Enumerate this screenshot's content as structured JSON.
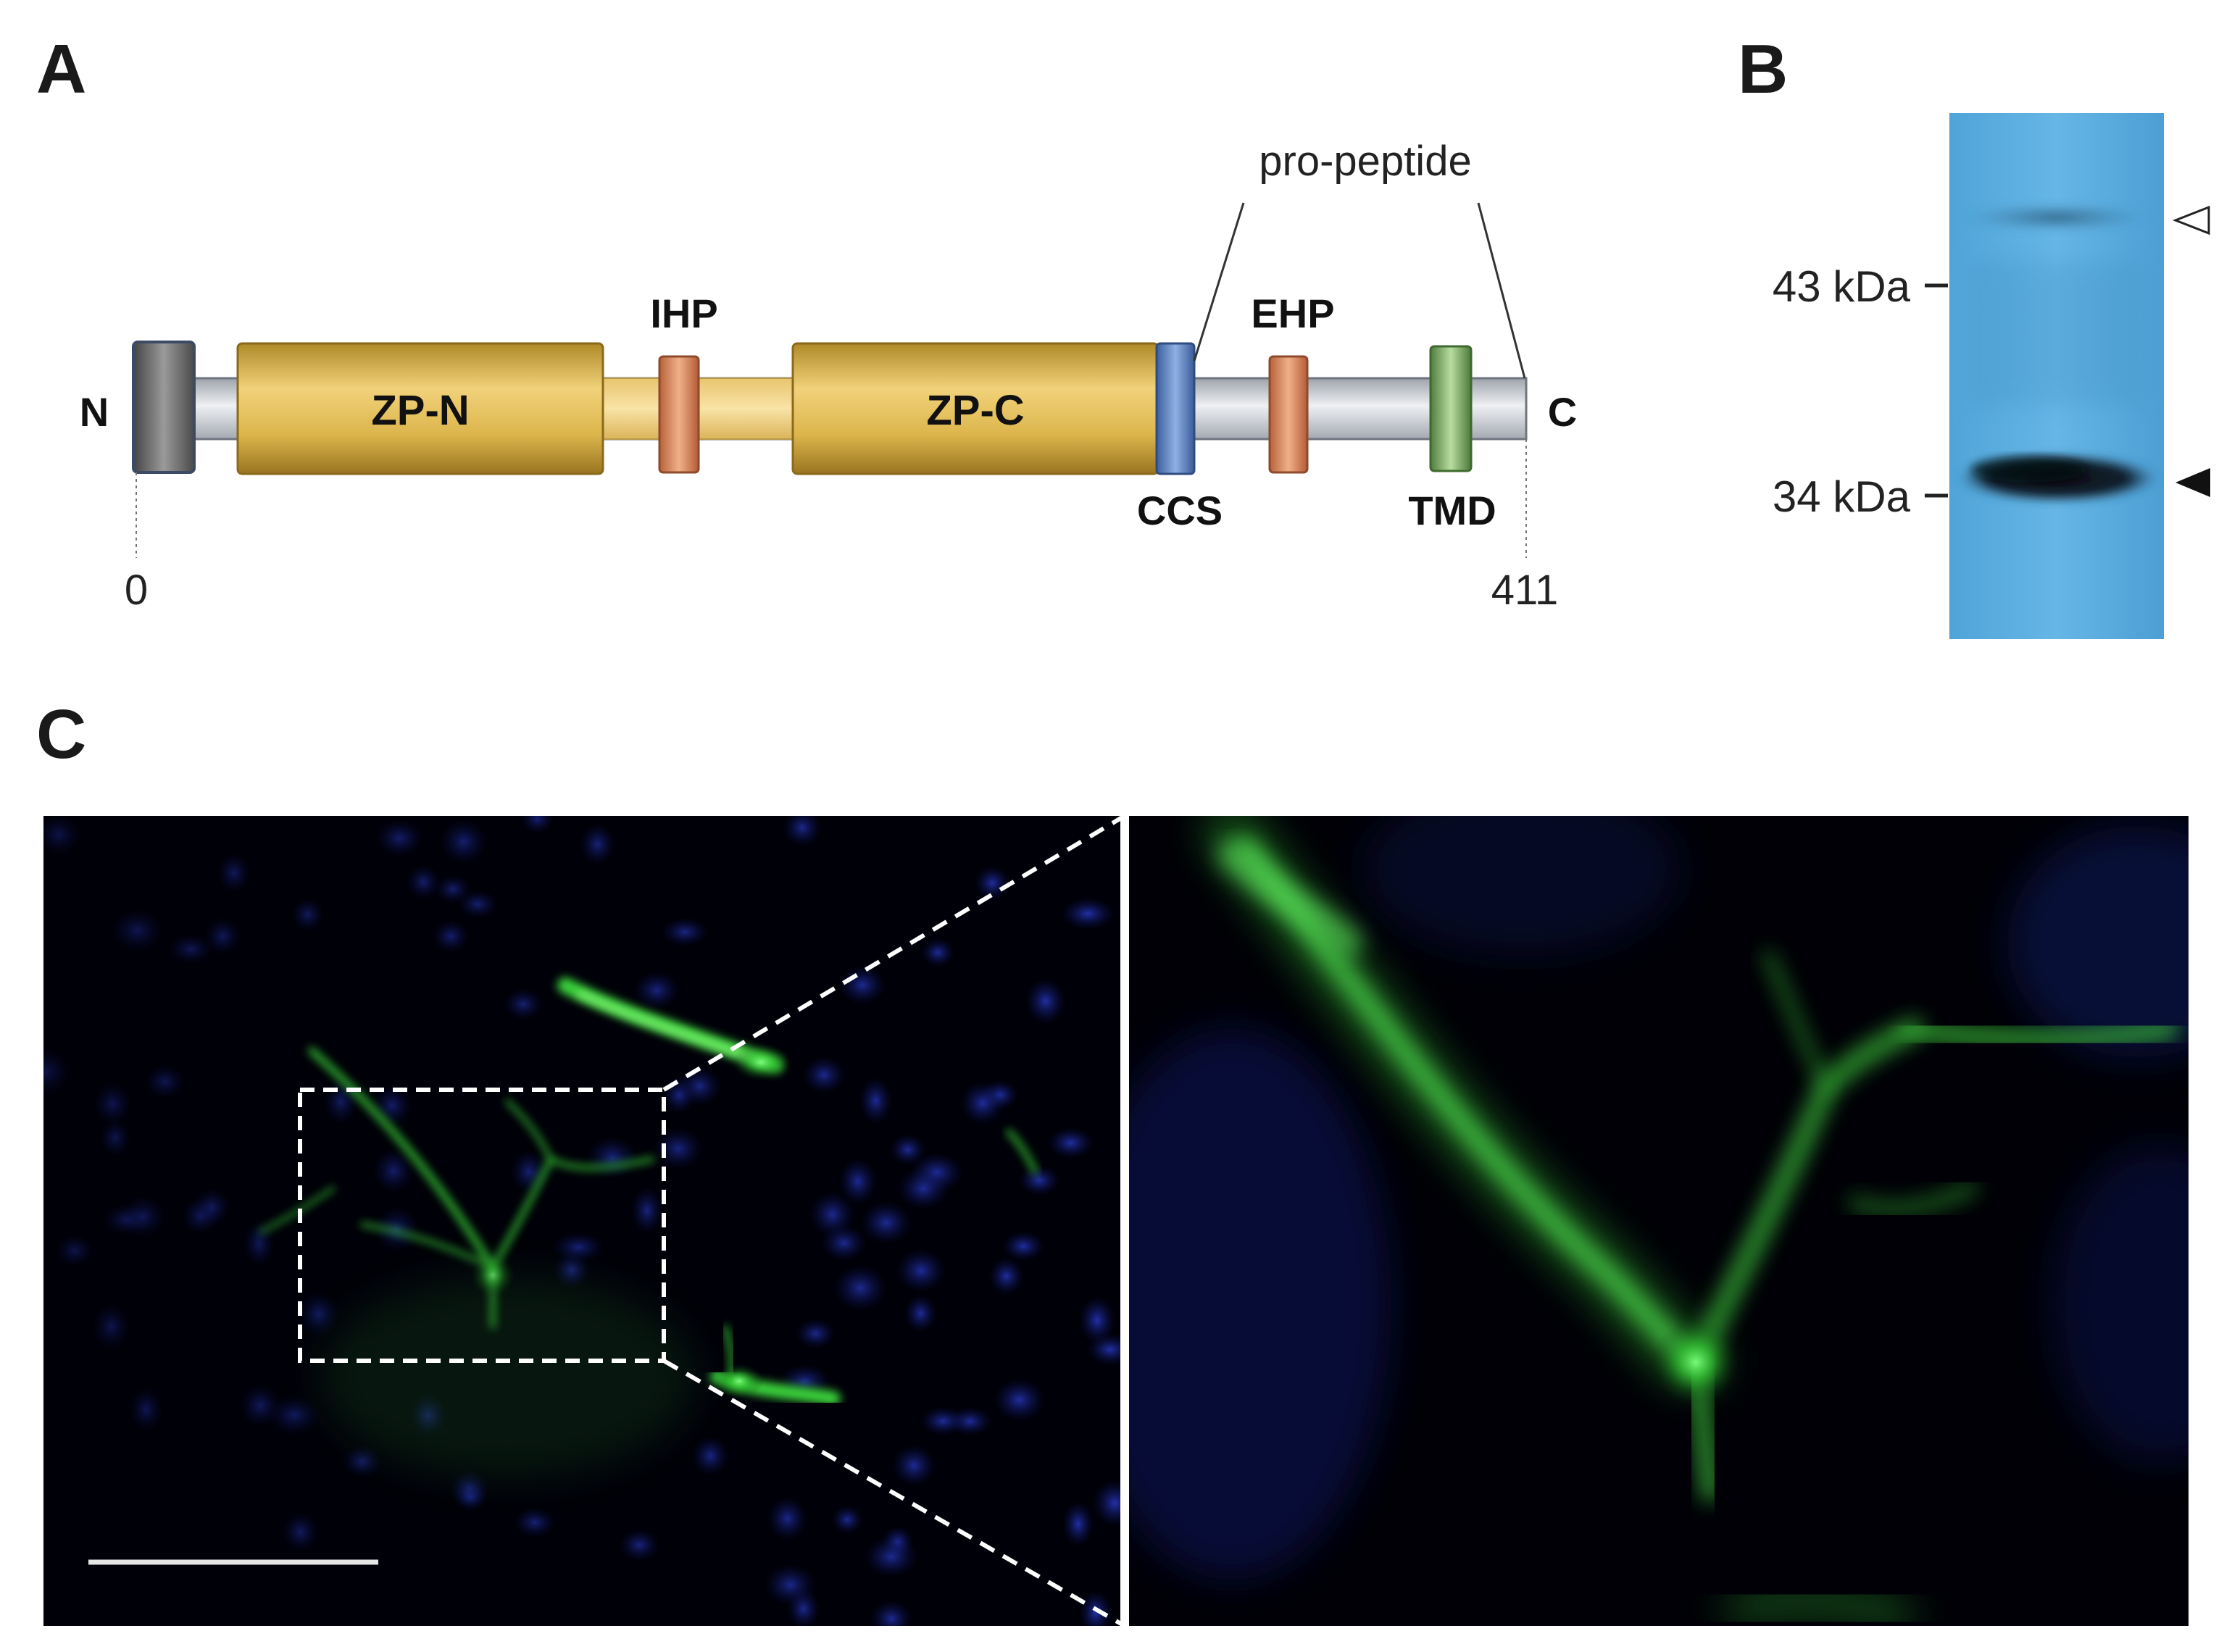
{
  "panels": {
    "a": "A",
    "b": "B",
    "c": "C"
  },
  "domain_diagram": {
    "n_terminus": "N",
    "c_terminus": "C",
    "start_position": "0",
    "end_position": "411",
    "propeptide": "pro-peptide",
    "domains": {
      "zp_n": "ZP-N",
      "zp_c": "ZP-C",
      "ihp": "IHP",
      "ehp": "EHP",
      "ccs": "CCS",
      "tmd": "TMD"
    },
    "colors": {
      "zp": "#d9b24a",
      "linker": "#f2d592",
      "ihp_ehp": "#d9835a",
      "ccs": "#5a82c8",
      "tmd": "#78a860",
      "signal": "#6e6e6e",
      "backbone": "#c9ccd2"
    }
  },
  "western_blot": {
    "marker_43": "43 kDa",
    "marker_34": "34 kDa",
    "band_upper_symbol": "◁",
    "band_lower_symbol": "◀",
    "membrane_color": "#5aaee0"
  },
  "micrograph": {
    "nuclei_color": "#1a2ea0",
    "stain_color": "#3ad23a"
  }
}
